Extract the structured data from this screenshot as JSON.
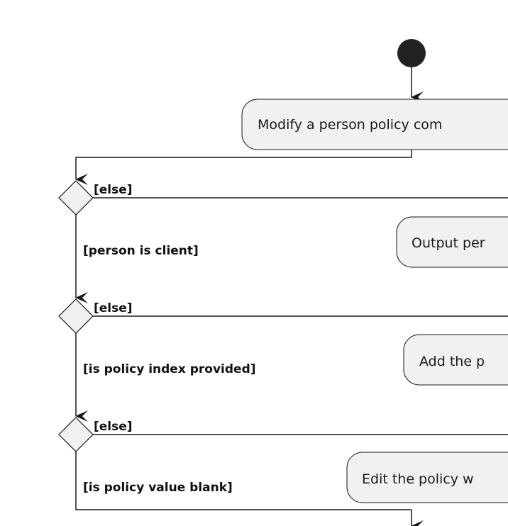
{
  "colors": {
    "line": "#181818",
    "node_fill": "#f1f1f1",
    "node_stroke": "#181818",
    "start": "#222222",
    "background": "#ffffff"
  },
  "diagram": {
    "actions": [
      {
        "label": "Modify a person policy com"
      },
      {
        "label": "Output per"
      },
      {
        "label": "Add the p"
      },
      {
        "label": "Edit the policy w"
      }
    ],
    "decisions": [
      {
        "else_label": "[else]",
        "branch_label": "[person is client]"
      },
      {
        "else_label": "[else]",
        "branch_label": "[is policy index provided]"
      },
      {
        "else_label": "[else]",
        "branch_label": "[is policy value blank]"
      }
    ]
  }
}
